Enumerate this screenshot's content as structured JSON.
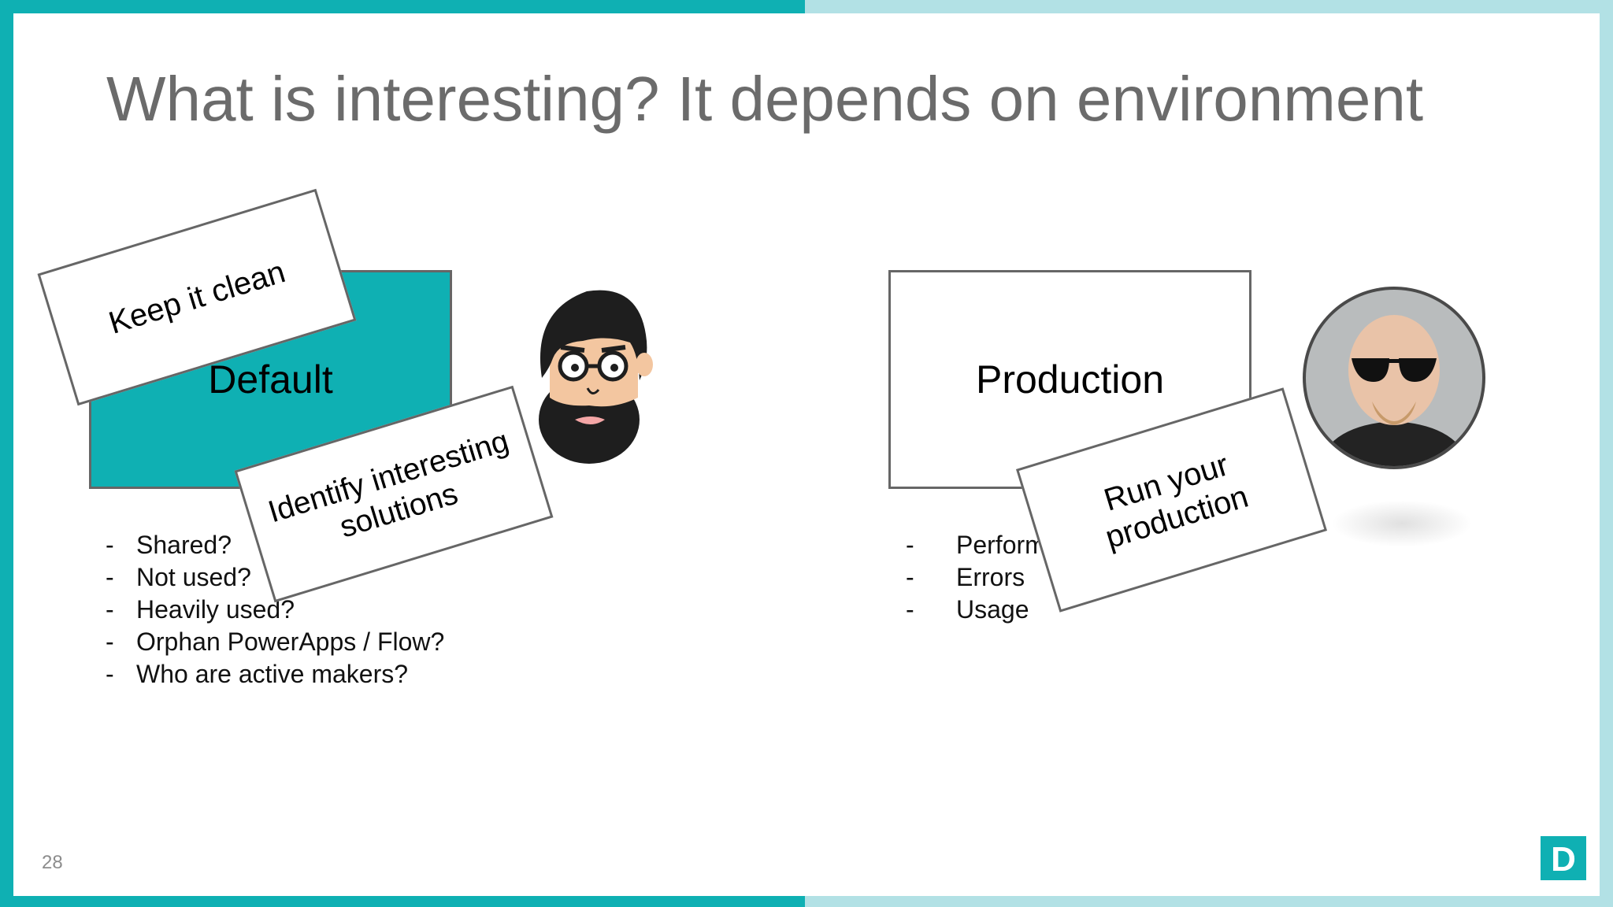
{
  "slide": {
    "title": "What is interesting? It depends on environment",
    "page_number": "28",
    "environments": {
      "default": {
        "label": "Default"
      },
      "production": {
        "label": "Production"
      }
    },
    "notes": {
      "keep_clean": "Keep it clean",
      "identify": "Identify interesting solutions",
      "run": "Run your production"
    },
    "bullet_marker": "-",
    "left_bullets": [
      "Shared?",
      "Not used?",
      "Heavily used?",
      "Orphan PowerApps / Flow?",
      "Who are active makers?"
    ],
    "right_bullets": [
      "Performance",
      "Errors",
      "Usage"
    ],
    "logo_letter": "D",
    "colors": {
      "accent": "#0fb0b3",
      "accent_light": "#b2e1e5",
      "title": "#6b6b6b",
      "border": "#666666"
    },
    "icons": [
      "bearded-man-cartoon",
      "man-with-sunglasses-photo",
      "d-logo"
    ]
  }
}
